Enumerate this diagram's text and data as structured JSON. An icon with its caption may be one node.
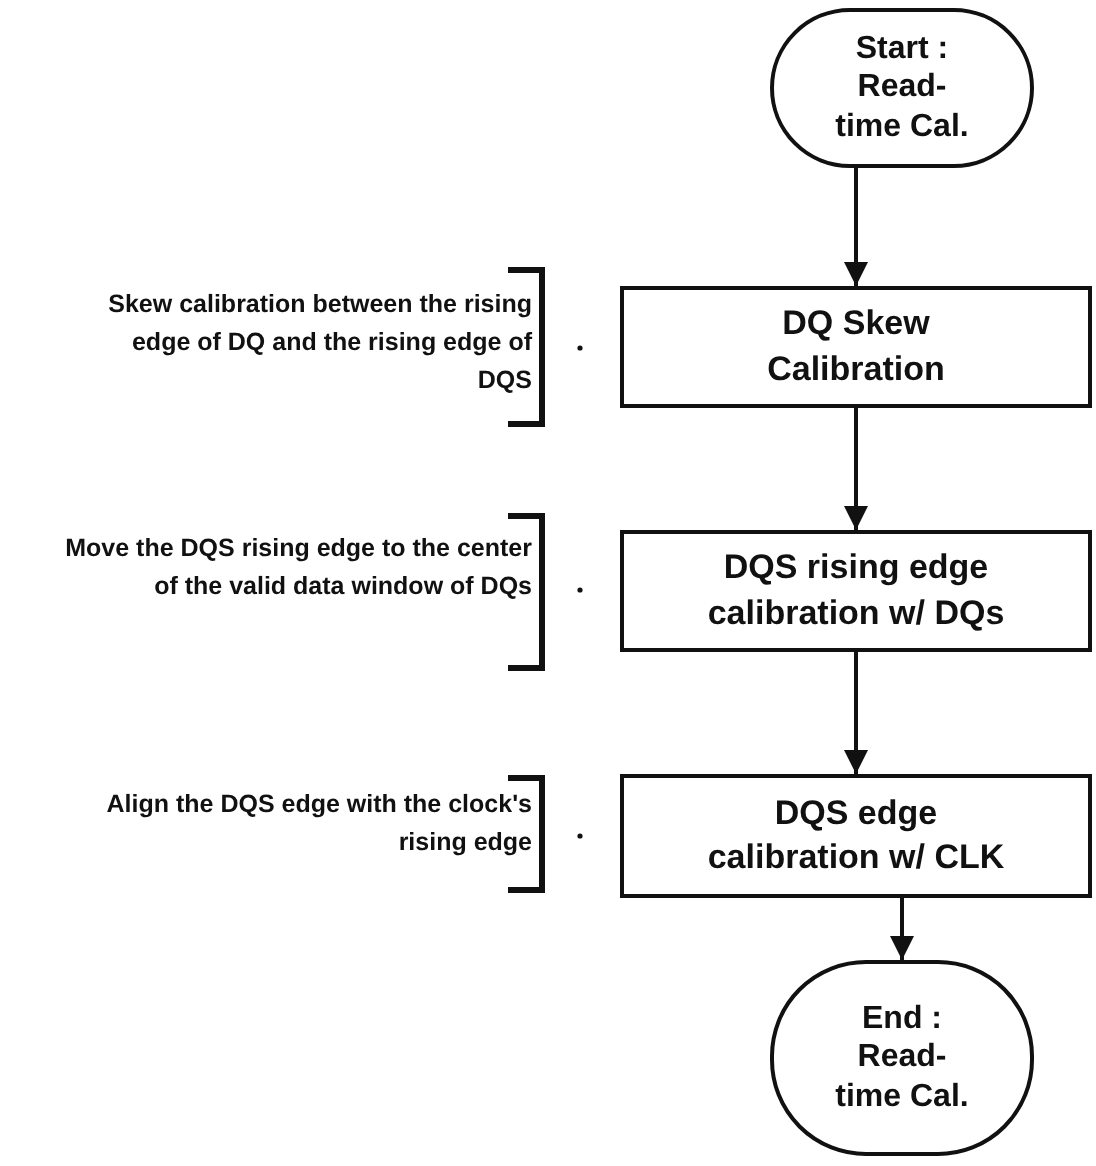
{
  "diagram": {
    "nodes": [
      {
        "text": [
          "Start : Read-time Cal."
        ]
      },
      {
        "text": [
          "DQ Skew Calibration"
        ]
      },
      {
        "text": [
          "DQS rising edge calibration w/ DQs"
        ]
      },
      {
        "text": [
          "DQS edge calibration w/ CLK"
        ]
      },
      {
        "text": [
          "End : Read-time Cal."
        ]
      }
    ],
    "edges": [
      {
        "from": 0,
        "to": 1,
        "arrow": "to"
      },
      {
        "from": 1,
        "to": 2,
        "arrow": "to"
      },
      {
        "from": 2,
        "to": 3,
        "arrow": "to"
      },
      {
        "from": 3,
        "to": 4,
        "arrow": "to"
      }
    ],
    "labels": [
      "Skew calibration between the rising edge of DQ and the rising edge of DQS",
      "Move the DQS rising edge to the center of the valid data window of DQs",
      "Align the DQS edge with the clock's rising edge"
    ]
  }
}
